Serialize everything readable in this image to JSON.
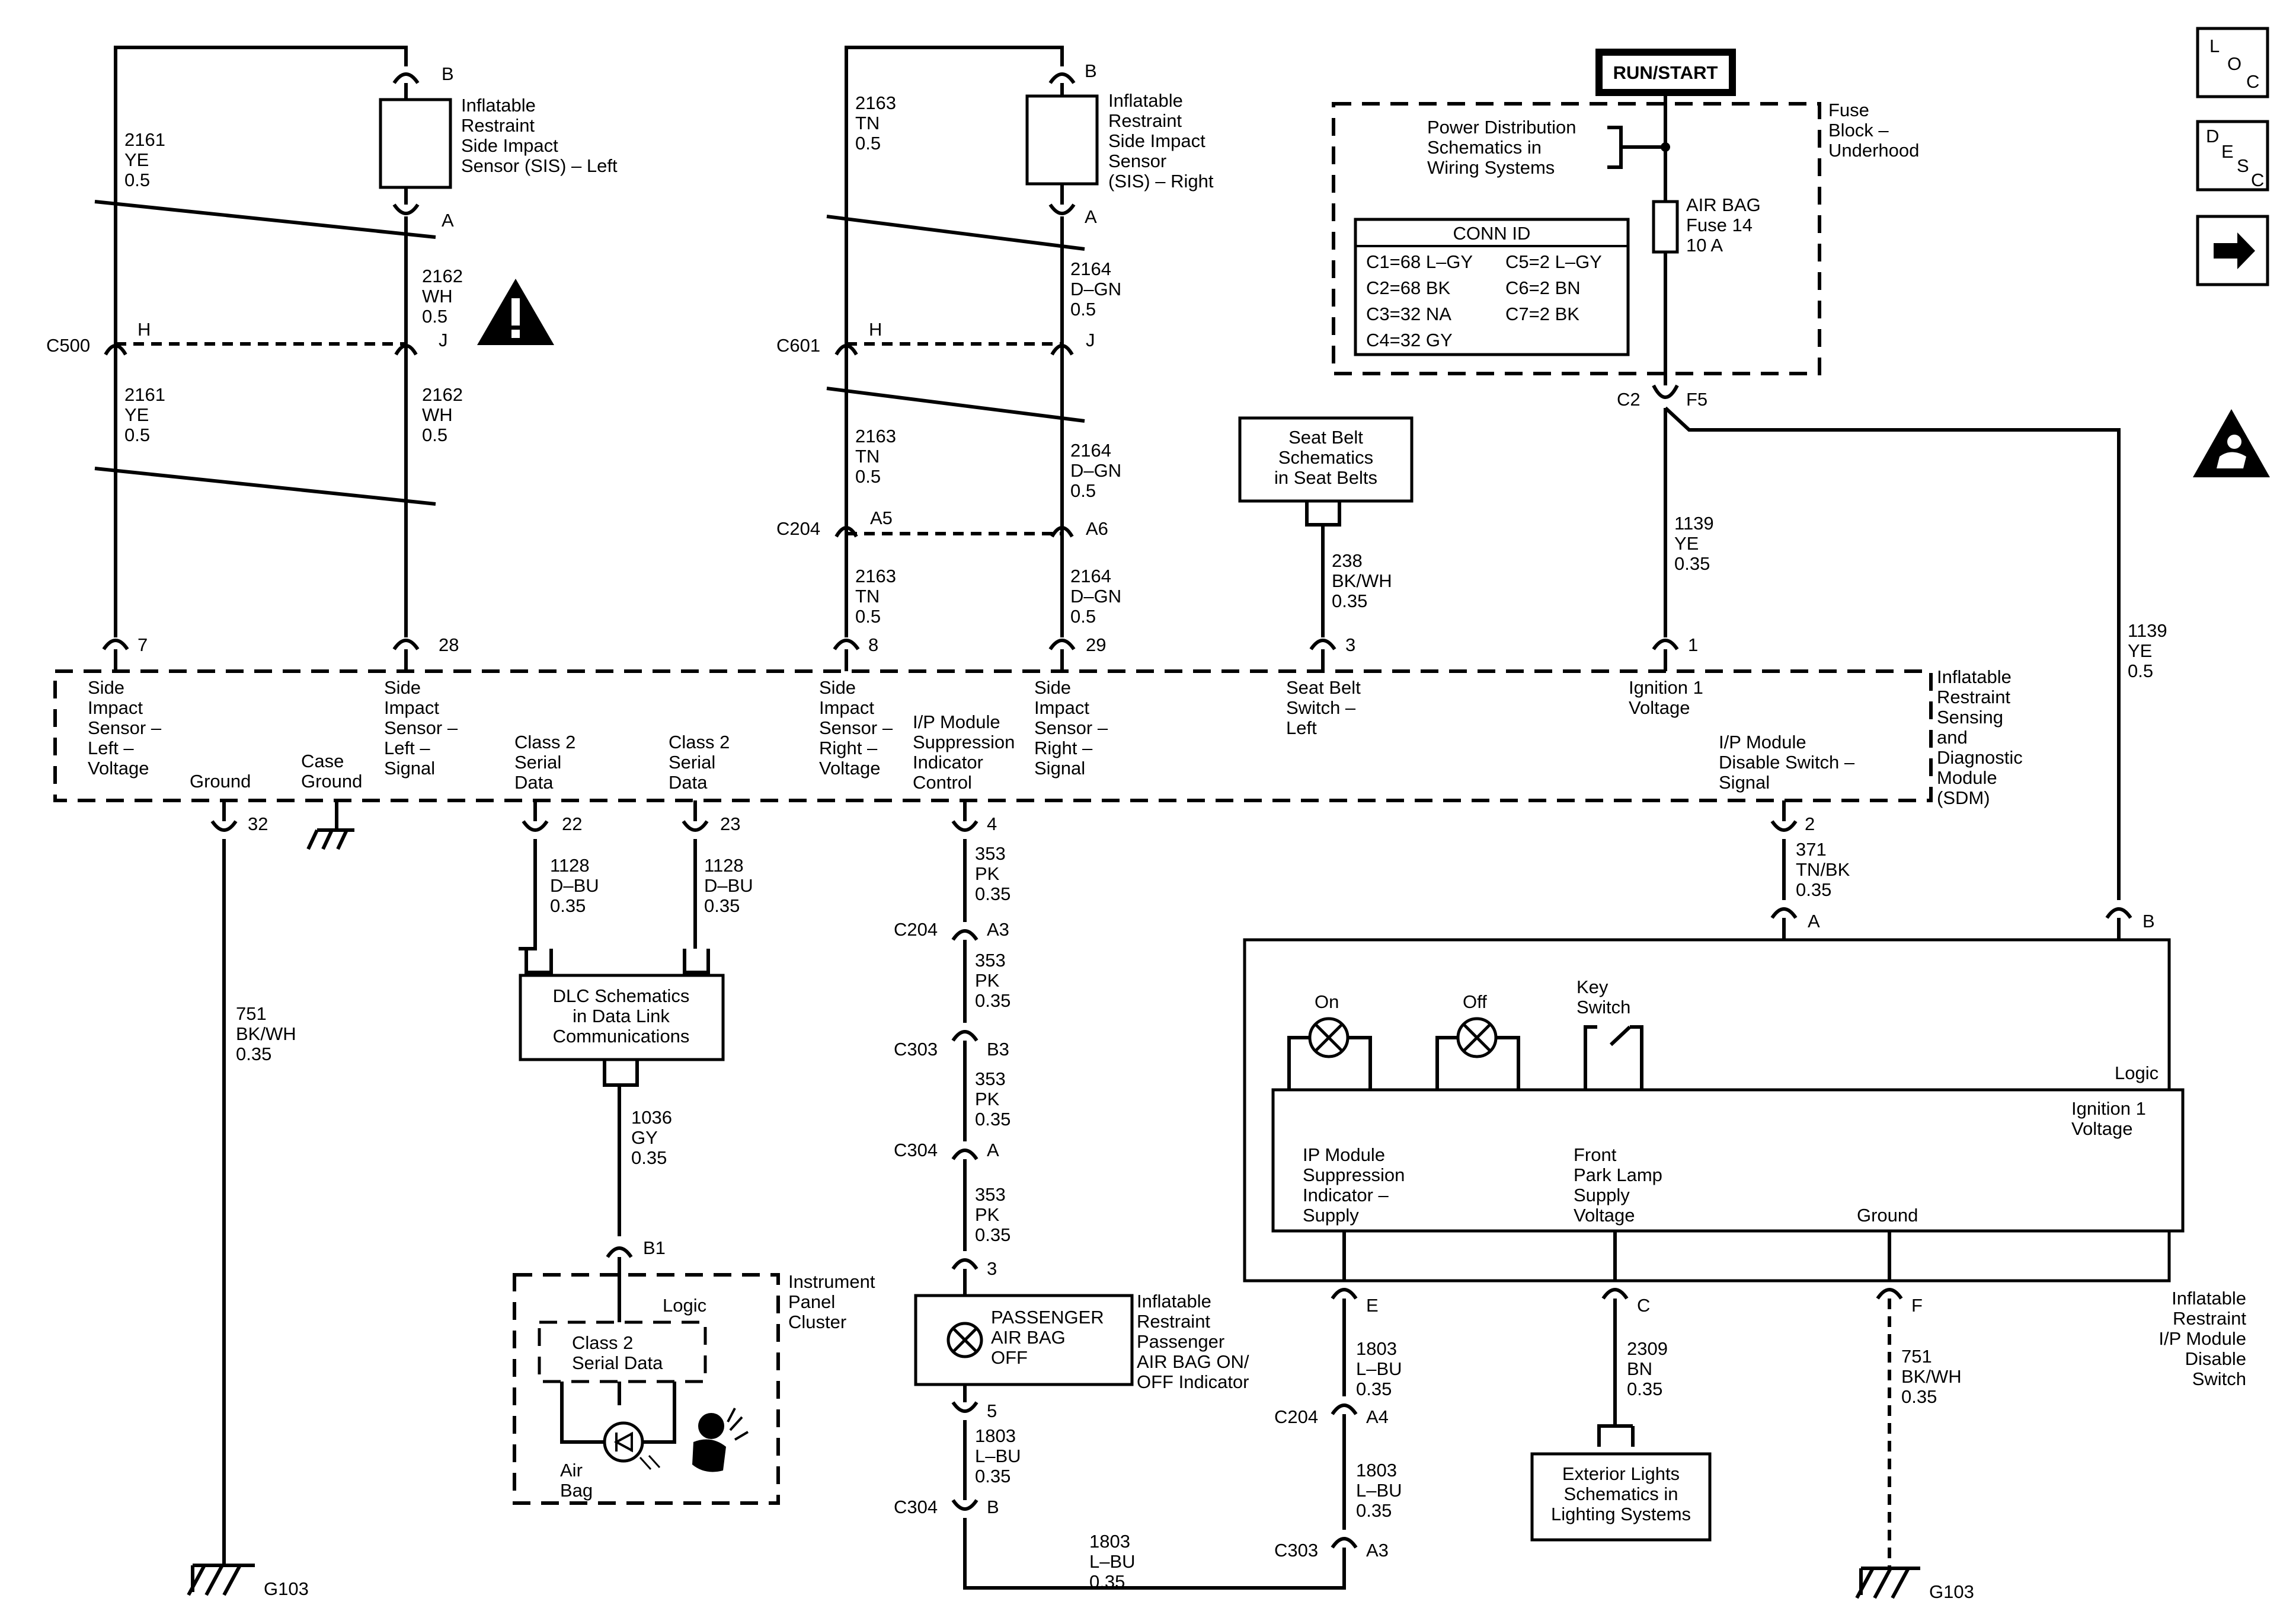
{
  "sensor_left": {
    "name": [
      "Inflatable",
      "Restraint",
      "Side Impact",
      "Sensor (SIS) – Left"
    ],
    "pin_top": "B",
    "pin_bot": "A"
  },
  "sensor_right": {
    "name": [
      "Inflatable",
      "Restraint",
      "Side Impact",
      "Sensor",
      "(SIS) – Right"
    ],
    "pin_top": "B",
    "pin_bot": "A"
  },
  "wires": {
    "w2161a": [
      "2161",
      "YE",
      "0.5"
    ],
    "w2161b": [
      "2161",
      "YE",
      "0.5"
    ],
    "w2162a": [
      "2162",
      "WH",
      "0.5"
    ],
    "w2162b": [
      "2162",
      "WH",
      "0.5"
    ],
    "w2163a": [
      "2163",
      "TN",
      "0.5"
    ],
    "w2163b": [
      "2163",
      "TN",
      "0.5"
    ],
    "w2163c": [
      "2163",
      "TN",
      "0.5"
    ],
    "w2164a": [
      "2164",
      "D–GN",
      "0.5"
    ],
    "w2164b": [
      "2164",
      "D–GN",
      "0.5"
    ],
    "w2164c": [
      "2164",
      "D–GN",
      "0.5"
    ],
    "w238": [
      "238",
      "BK/WH",
      "0.35"
    ],
    "w1139a": [
      "1139",
      "YE",
      "0.35"
    ],
    "w1139b": [
      "1139",
      "YE",
      "0.5"
    ],
    "w751a": [
      "751",
      "BK/WH",
      "0.35"
    ],
    "w1128a": [
      "1128",
      "D–BU",
      "0.35"
    ],
    "w1128b": [
      "1128",
      "D–BU",
      "0.35"
    ],
    "w1036": [
      "1036",
      "GY",
      "0.35"
    ],
    "w353a": [
      "353",
      "PK",
      "0.35"
    ],
    "w353b": [
      "353",
      "PK",
      "0.35"
    ],
    "w353c": [
      "353",
      "PK",
      "0.35"
    ],
    "w353d": [
      "353",
      "PK",
      "0.35"
    ],
    "w1803a": [
      "1803",
      "L–BU",
      "0.35"
    ],
    "w1803b": [
      "1803",
      "L–BU",
      "0.35"
    ],
    "w1803c": [
      "1803",
      "L–BU",
      "0.35"
    ],
    "w1803d": [
      "1803",
      "L–BU",
      "0.35"
    ],
    "w371": [
      "371",
      "TN/BK",
      "0.35"
    ],
    "w2309": [
      "2309",
      "BN",
      "0.35"
    ],
    "w751b": [
      "751",
      "BK/WH",
      "0.35"
    ]
  },
  "connectors": {
    "c500": "C500",
    "c500_h": "H",
    "c500_j": "J",
    "c601": "C601",
    "c601_h": "H",
    "c601_j": "J",
    "c204": "C204",
    "c204_a5": "A5",
    "c204_a6": "A6",
    "c2": "C2",
    "c2_f5": "F5",
    "c204_a3": "C204",
    "c204_a3_pin": "A3",
    "c303_b3": "C303",
    "c303_b3_pin": "B3",
    "c304_a": "C304",
    "c304_a_pin": "A",
    "c304_b": "C304",
    "c304_b_pin": "B",
    "c204_a4": "C204",
    "c204_a4_pin": "A4",
    "c303_a3": "C303",
    "c303_a3_pin": "A3"
  },
  "run_start": "RUN/START",
  "fuse_block": {
    "name": [
      "Fuse",
      "Block –",
      "Underhood"
    ],
    "pd_ref": [
      "Power Distribution",
      "Schematics in",
      "Wiring Systems"
    ],
    "fuse": [
      "AIR BAG",
      "Fuse 14",
      "10 A"
    ],
    "conn_id_title": "CONN ID",
    "conn_id": [
      "C1=68 L–GY",
      "C5=2 L–GY",
      "C2=68 BK",
      "C6=2 BN",
      "C3=32 NA",
      "C7=2 BK",
      "C4=32 GY"
    ]
  },
  "seat_belt_ref": [
    "Seat Belt",
    "Schematics",
    "in Seat Belts"
  ],
  "sdm": {
    "name": [
      "Inflatable",
      "Restraint",
      "Sensing",
      "and",
      "Diagnostic",
      "Module",
      "(SDM)"
    ],
    "pins_top": [
      "7",
      "28",
      "8",
      "29",
      "3",
      "1"
    ],
    "pins_bot": [
      "32",
      "22",
      "23",
      "4",
      "2"
    ],
    "lbl_sis_left_v": [
      "Side",
      "Impact",
      "Sensor –",
      "Left –",
      "Voltage"
    ],
    "lbl_sis_left_s": [
      "Side",
      "Impact",
      "Sensor –",
      "Left –",
      "Signal"
    ],
    "lbl_sis_right_v": [
      "Side",
      "Impact",
      "Sensor –",
      "Right –",
      "Voltage"
    ],
    "lbl_ip_supp": [
      "I/P Module",
      "Suppression",
      "Indicator",
      "Control"
    ],
    "lbl_sis_right_s": [
      "Side",
      "Impact",
      "Sensor –",
      "Right –",
      "Signal"
    ],
    "lbl_seatbelt": [
      "Seat Belt",
      "Switch –",
      "Left"
    ],
    "lbl_ign": [
      "Ignition 1",
      "Voltage"
    ],
    "lbl_ground": "Ground",
    "lbl_case_ground": [
      "Case",
      "Ground"
    ],
    "lbl_class2_a": [
      "Class 2",
      "Serial",
      "Data"
    ],
    "lbl_class2_b": [
      "Class 2",
      "Serial",
      "Data"
    ],
    "lbl_disable": [
      "I/P Module",
      "Disable Switch –",
      "Signal"
    ]
  },
  "dlc_ref": [
    "DLC Schematics",
    "in Data Link",
    "Communications"
  ],
  "ipc": {
    "name": [
      "Instrument",
      "Panel",
      "Cluster"
    ],
    "pin": "B1",
    "logic": "Logic",
    "class2": [
      "Class 2",
      "Serial Data"
    ],
    "airbag": [
      "Air",
      "Bag"
    ]
  },
  "pass_ind": {
    "pin_in": "3",
    "pin_out": "5",
    "text": [
      "PASSENGER",
      "AIR BAG",
      "OFF"
    ],
    "name": [
      "Inflatable",
      "Restraint",
      "Passenger",
      "AIR BAG ON/",
      "OFF Indicator"
    ]
  },
  "disable_switch": {
    "name": [
      "Inflatable",
      "Restraint",
      "I/P Module",
      "Disable",
      "Switch"
    ],
    "on": "On",
    "off": "Off",
    "key": [
      "Key",
      "Switch"
    ],
    "logic": "Logic",
    "ign": [
      "Ignition 1",
      "Voltage"
    ],
    "ip_supply": [
      "IP Module",
      "Suppression",
      "Indicator –",
      "Supply"
    ],
    "front_park": [
      "Front",
      "Park Lamp",
      "Supply",
      "Voltage"
    ],
    "ground": "Ground",
    "pin_a": "A",
    "pin_b": "B",
    "pin_e": "E",
    "pin_c": "C",
    "pin_f": "F"
  },
  "ext_lights_ref": [
    "Exterior Lights",
    "Schematics in",
    "Lighting Systems"
  ],
  "grounds": {
    "g103_left": "G103",
    "g103_right": "G103"
  },
  "nav_icons": {
    "loc": [
      "L",
      "O",
      "C"
    ],
    "desc": [
      "D",
      "E",
      "S",
      "C"
    ]
  }
}
